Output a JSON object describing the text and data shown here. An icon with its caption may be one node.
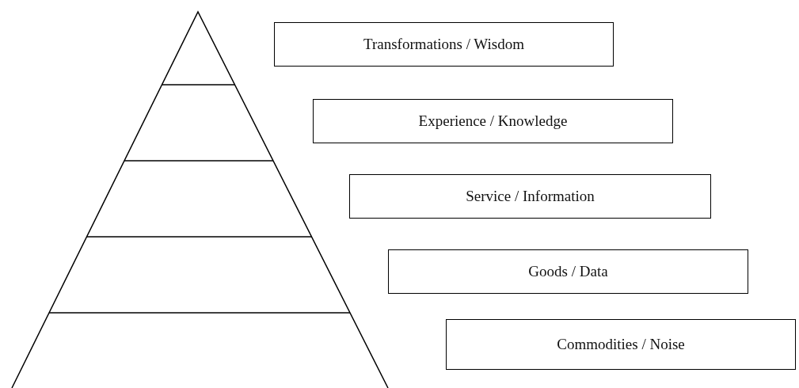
{
  "diagram": {
    "nodes": [
      {
        "text": [
          "Transformations / Wisdom"
        ]
      },
      {
        "text": [
          "Experience / Knowledge"
        ]
      },
      {
        "text": [
          "Service / Information"
        ]
      },
      {
        "text": [
          "Goods / Data"
        ]
      },
      {
        "text": [
          "Commodities / Noise"
        ]
      }
    ]
  }
}
